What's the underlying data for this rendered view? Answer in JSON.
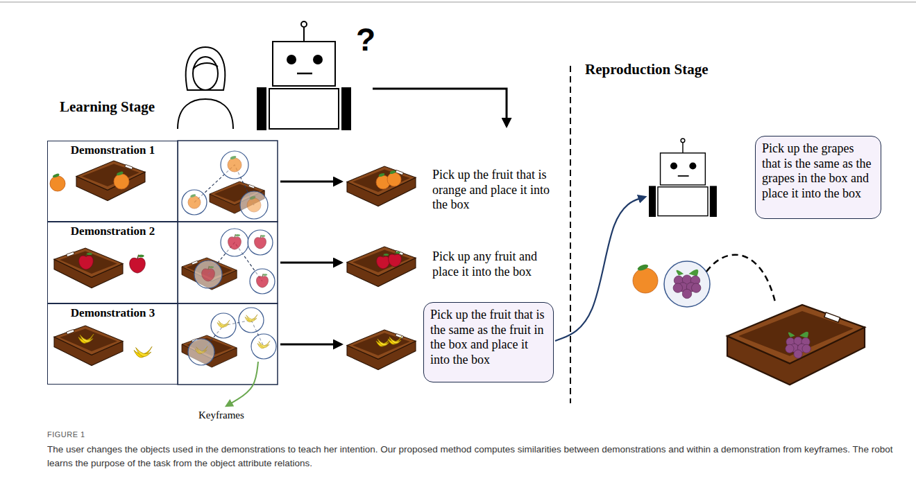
{
  "diagram": {
    "caption": "The user changes the objects used in the demonstrations to teach her intention. Our proposed method computes similarities between demonstrations and within a demonstration from keyframes. The robot learns the purpose of the task from the object attribute relations.",
    "nodes": [
      {
        "text": [
          "Demonstration 1"
        ]
      },
      {
        "text": [
          "Demonstration 2"
        ]
      },
      {
        "text": [
          "Demonstration 3"
        ]
      },
      {
        "text": [
          "Pick up the fruit that is the same as the fruit in the box and place it into the box"
        ]
      },
      {
        "text": [
          "Pick up the grapes that is the same as the grapes in the box and place it into the box"
        ]
      }
    ],
    "labels": [
      "?",
      "Learning Stage",
      "Reproduction Stage",
      "Pick up the fruit that is orange and place it into the box",
      "Pick up any fruit and place it into the box",
      "Keyframes",
      "FIGURE 1"
    ]
  }
}
